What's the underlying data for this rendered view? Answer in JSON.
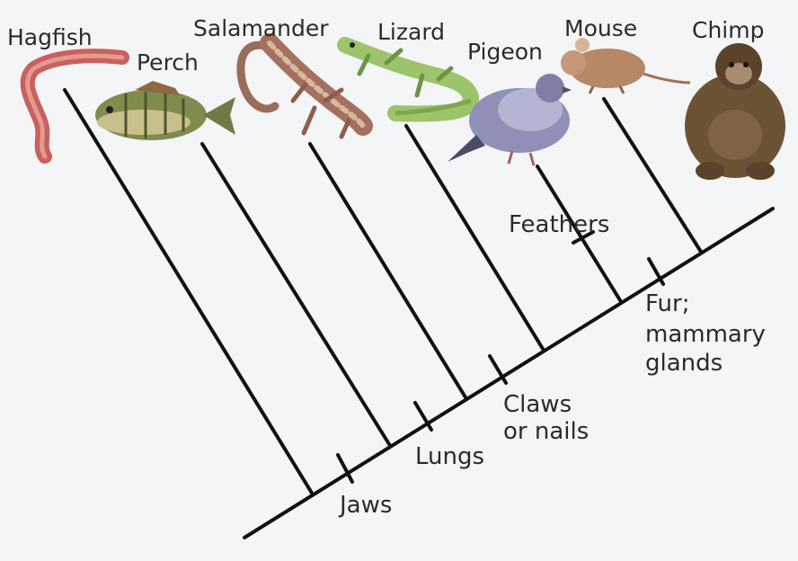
{
  "taxa": {
    "hagfish": "Hagfish",
    "perch": "Perch",
    "salamander": "Salamander",
    "lizard": "Lizard",
    "pigeon": "Pigeon",
    "mouse": "Mouse",
    "chimp": "Chimp"
  },
  "traits": {
    "jaws": "Jaws",
    "lungs": "Lungs",
    "claws_1": "Claws",
    "claws_2": "or nails",
    "feathers": "Feathers",
    "fur_1": "Fur;",
    "fur_2": "mammary",
    "fur_3": "glands"
  },
  "colors": {
    "line": "#111111",
    "hagfish": "#c9605e",
    "perch": "#7f8c4e",
    "salamander": "#a5705e",
    "lizard": "#9cc46a",
    "pigeon": "#8f8fb8",
    "mouse": "#b68866",
    "chimp": "#6c5336"
  }
}
